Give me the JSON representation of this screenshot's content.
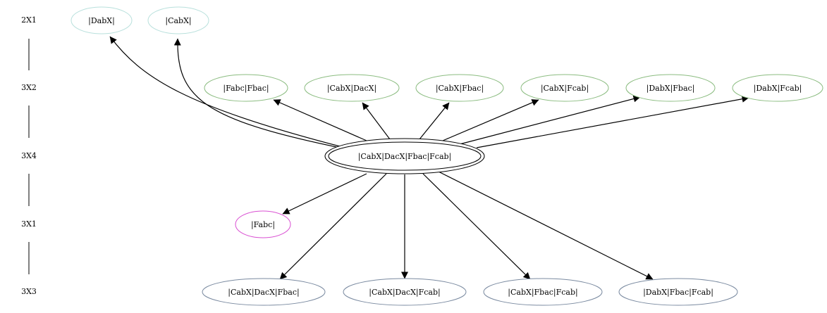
{
  "colors": {
    "rank_2x1": "#b8e0dc",
    "rank_3x2": "#8bbc80",
    "rank_3x1": "#d94fd2",
    "rank_3x3": "#7a8aa0",
    "center": "#000000",
    "edge": "#000000"
  },
  "ranks": [
    {
      "id": "r1",
      "label": "2X1"
    },
    {
      "id": "r2",
      "label": "3X2"
    },
    {
      "id": "r3",
      "label": "3X4"
    },
    {
      "id": "r4",
      "label": "3X1"
    },
    {
      "id": "r5",
      "label": "3X3"
    }
  ],
  "nodes": [
    {
      "id": "dabx",
      "label": "|DabX|",
      "rank": "2X1",
      "color_key": "rank_2x1"
    },
    {
      "id": "cabx",
      "label": "|CabX|",
      "rank": "2X1",
      "color_key": "rank_2x1"
    },
    {
      "id": "fabc_fbac",
      "label": "|Fabc|Fbac|",
      "rank": "3X2",
      "color_key": "rank_3x2"
    },
    {
      "id": "cabx_dacx",
      "label": "|CabX|DacX|",
      "rank": "3X2",
      "color_key": "rank_3x2"
    },
    {
      "id": "cabx_fbac",
      "label": "|CabX|Fbac|",
      "rank": "3X2",
      "color_key": "rank_3x2"
    },
    {
      "id": "cabx_fcab",
      "label": "|CabX|Fcab|",
      "rank": "3X2",
      "color_key": "rank_3x2"
    },
    {
      "id": "dabx_fbac",
      "label": "|DabX|Fbac|",
      "rank": "3X2",
      "color_key": "rank_3x2"
    },
    {
      "id": "dabx_fcab",
      "label": "|DabX|Fcab|",
      "rank": "3X2",
      "color_key": "rank_3x2"
    },
    {
      "id": "center",
      "label": "|CabX|DacX|Fbac|Fcab|",
      "rank": "3X4",
      "color_key": "center"
    },
    {
      "id": "fabc",
      "label": "|Fabc|",
      "rank": "3X1",
      "color_key": "rank_3x1"
    },
    {
      "id": "cabx_dacx_fbac",
      "label": "|CabX|DacX|Fbac|",
      "rank": "3X3",
      "color_key": "rank_3x3"
    },
    {
      "id": "cabx_dacx_fcab",
      "label": "|CabX|DacX|Fcab|",
      "rank": "3X3",
      "color_key": "rank_3x3"
    },
    {
      "id": "cabx_fbac_fcab",
      "label": "|CabX|Fbac|Fcab|",
      "rank": "3X3",
      "color_key": "rank_3x3"
    },
    {
      "id": "dabx_fbac_fcab",
      "label": "|DabX|Fbac|Fcab|",
      "rank": "3X3",
      "color_key": "rank_3x3"
    }
  ],
  "edges": [
    {
      "from": "center",
      "to": "dabx"
    },
    {
      "from": "center",
      "to": "cabx"
    },
    {
      "from": "center",
      "to": "fabc_fbac"
    },
    {
      "from": "center",
      "to": "cabx_dacx"
    },
    {
      "from": "center",
      "to": "cabx_fbac"
    },
    {
      "from": "center",
      "to": "cabx_fcab"
    },
    {
      "from": "center",
      "to": "dabx_fbac"
    },
    {
      "from": "center",
      "to": "dabx_fcab"
    },
    {
      "from": "center",
      "to": "fabc"
    },
    {
      "from": "center",
      "to": "cabx_dacx_fbac"
    },
    {
      "from": "center",
      "to": "cabx_dacx_fcab"
    },
    {
      "from": "center",
      "to": "cabx_fbac_fcab"
    },
    {
      "from": "center",
      "to": "dabx_fbac_fcab"
    }
  ]
}
